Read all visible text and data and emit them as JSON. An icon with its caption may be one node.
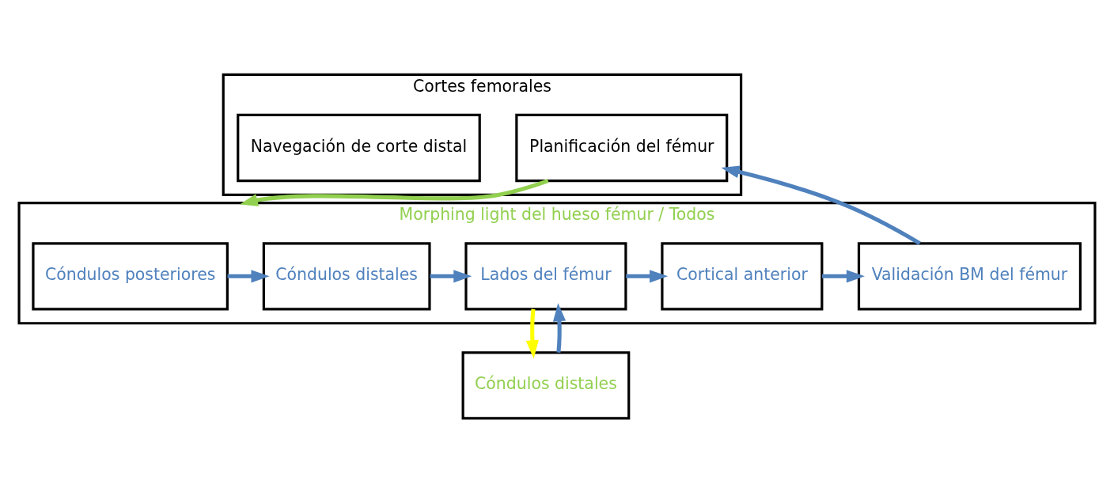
{
  "diagram": {
    "nodes": [
      {
        "text": [
          "Cortes femorales"
        ]
      },
      {
        "text": [
          "Planificación del fémur"
        ],
        "in": 0
      },
      {
        "text": [
          "Navegación de corte distal"
        ],
        "in": 0
      },
      {
        "text": [
          "Morphing light del hueso fémur / Todos"
        ]
      },
      {
        "text": [
          "Cóndulos posteriores"
        ],
        "in": 3
      },
      {
        "text": [
          "Cóndulos distales"
        ],
        "in": 3
      },
      {
        "text": [
          "Lados del fémur"
        ],
        "in": 3
      },
      {
        "text": [
          "Cortical anterior"
        ],
        "in": 3
      },
      {
        "text": [
          "Validación BM del fémur"
        ],
        "in": 3
      },
      {
        "text": [
          "Cóndulos distales"
        ]
      }
    ],
    "edges": [
      {
        "from": 1,
        "to": 3,
        "arrow": "to",
        "color": "#92d050"
      },
      {
        "from": 4,
        "to": 5,
        "arrow": "to"
      },
      {
        "from": 5,
        "to": 6,
        "arrow": "to"
      },
      {
        "from": 6,
        "to": 7,
        "arrow": "to"
      },
      {
        "from": 7,
        "to": 8,
        "arrow": "to"
      },
      {
        "from": 8,
        "to": 1,
        "arrow": "to"
      },
      {
        "from": 6,
        "to": 9,
        "arrow": "to",
        "color": "#ffff00"
      },
      {
        "from": 9,
        "to": 6,
        "arrow": "to"
      }
    ]
  }
}
